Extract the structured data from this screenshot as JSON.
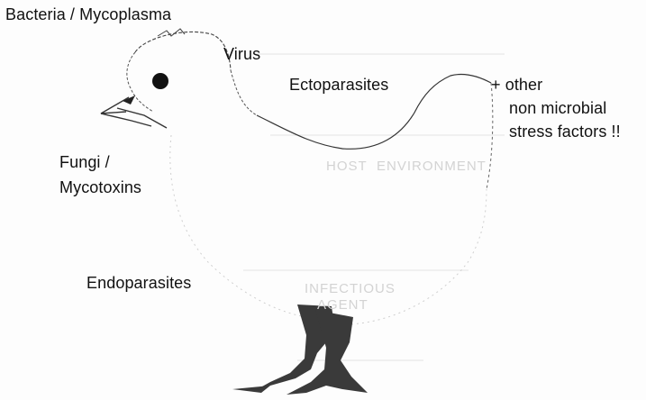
{
  "diagram": {
    "labels": {
      "bacteria": "Bacteria / Mycoplasma",
      "virus": "Virus",
      "ectoparasites": "Ectoparasites",
      "other_line1": "+ other",
      "other_line2": "non microbial",
      "other_line3": "stress factors !!",
      "fungi_line1": "Fungi /",
      "fungi_line2": "Mycotoxins",
      "endoparasites": "Endoparasites"
    },
    "bleed_through": {
      "host": "HOST",
      "environment": "ENVIRONMENT",
      "infectious": "INFECTIOUS",
      "agent": "AGENT"
    },
    "colors": {
      "outline": "#2a2a2a",
      "eye": "#111111",
      "feet": "#3a3a3a",
      "ghost_text": "#c9c9c9"
    },
    "icons": {
      "figure": "chick-outline",
      "eye": "filled-circle",
      "feet": "dark-legs"
    }
  }
}
